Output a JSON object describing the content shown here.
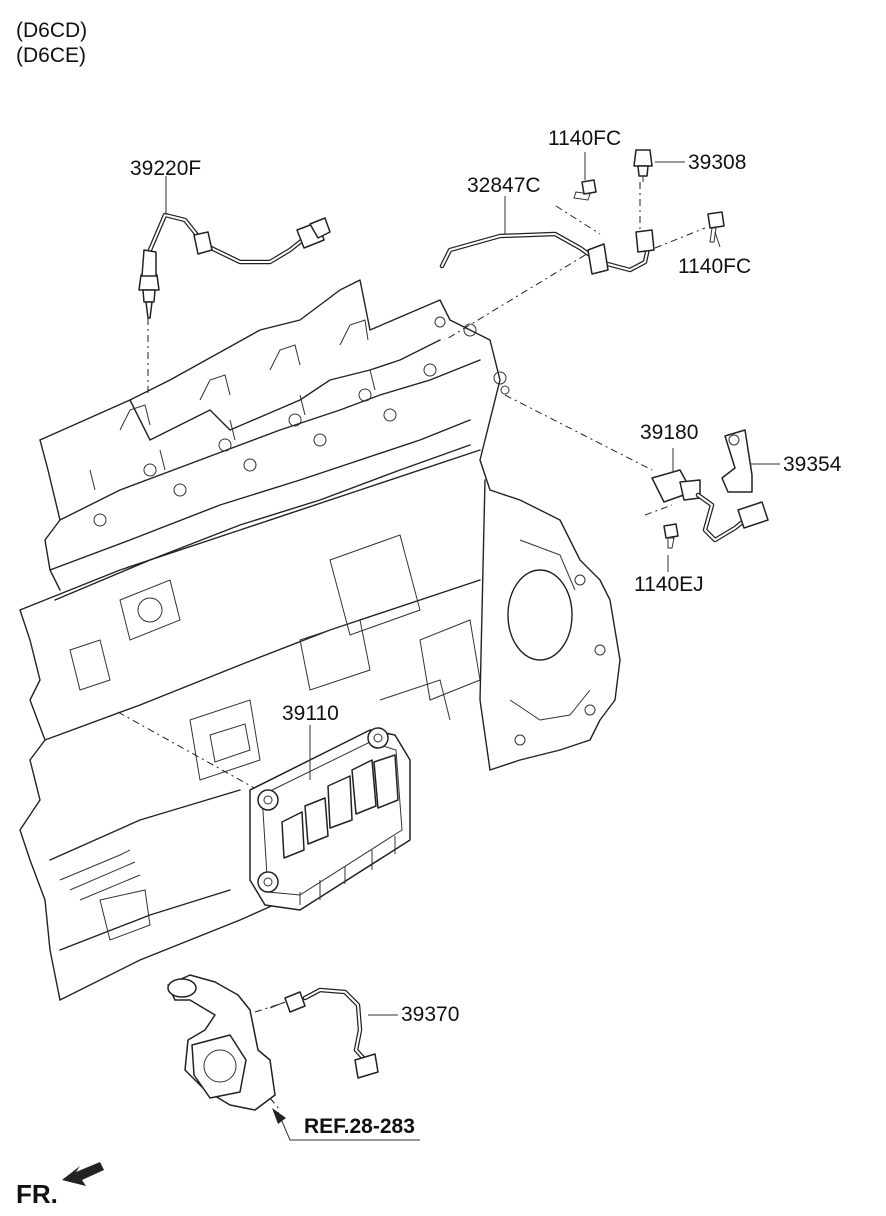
{
  "variants": [
    "(D6CD)",
    "(D6CE)"
  ],
  "part_labels": {
    "p39220F": "39220F",
    "p1140FC_top": "1140FC",
    "p39308": "39308",
    "p32847C": "32847C",
    "p1140FC_right": "1140FC",
    "p39180": "39180",
    "p39354": "39354",
    "p1140EJ": "1140EJ",
    "p39110": "39110",
    "p39370": "39370"
  },
  "reference": "REF.28-283",
  "front_marker": "FR."
}
